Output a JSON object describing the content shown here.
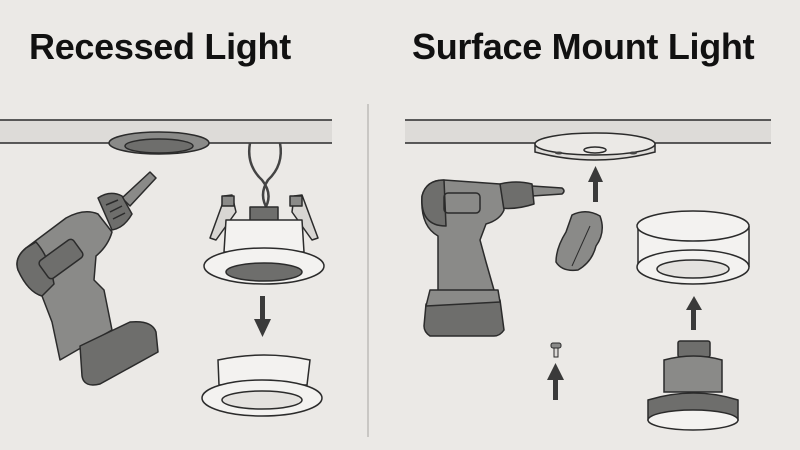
{
  "panels": {
    "left": {
      "title": "Recessed Light",
      "steps": [
        "drill",
        "ceiling-cutout",
        "recessed-housing-with-wires",
        "down-arrow",
        "recessed-trim"
      ]
    },
    "right": {
      "title": "Surface Mount Light",
      "steps": [
        "drill",
        "mounting-plate",
        "up-arrow",
        "wall-anchor",
        "screw",
        "up-arrow",
        "surface-fixture",
        "up-arrow",
        "light-base"
      ]
    }
  },
  "colors": {
    "background": "#ebe9e6",
    "ceiling": "#dddbd8",
    "outline": "#2b2b2b",
    "tool_dark": "#6e6e6c",
    "tool_mid": "#8a8a88",
    "fixture_white": "#f3f2f0",
    "divider": "#c9c7c4"
  }
}
